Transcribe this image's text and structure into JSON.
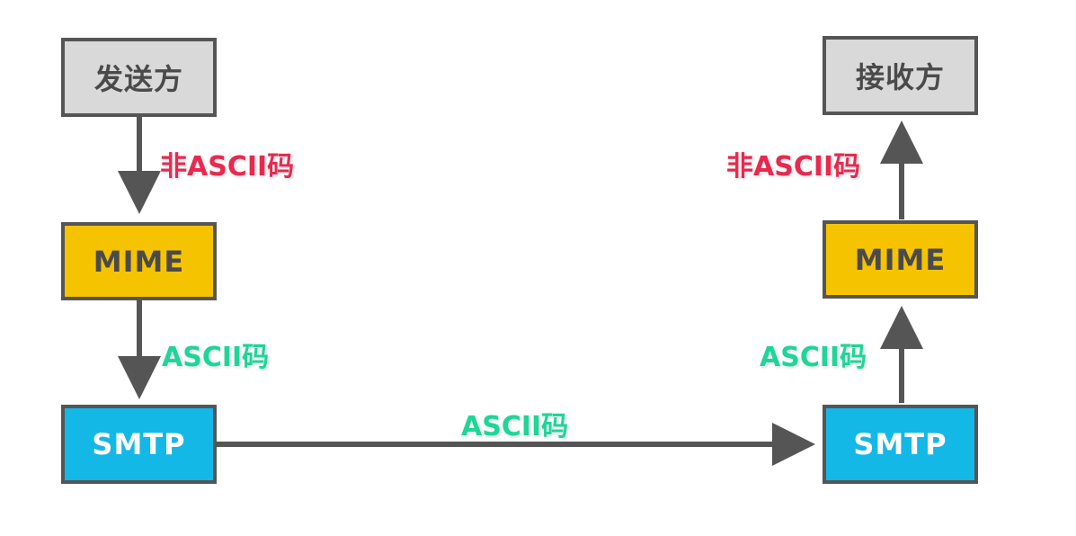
{
  "sender": {
    "title": "发送方",
    "mime_label": "MIME",
    "smtp_label": "SMTP",
    "arrow_label_top": "非ASCII码",
    "arrow_label_bottom": "ASCII码"
  },
  "receiver": {
    "title": "接收方",
    "mime_label": "MIME",
    "smtp_label": "SMTP",
    "arrow_label_top": "非ASCII码",
    "arrow_label_bottom": "ASCII码"
  },
  "transfer": {
    "label": "ASCII码"
  },
  "colors": {
    "box_gray": "#d9d9d9",
    "mime": "#f5c300",
    "smtp": "#14b8e6",
    "border": "#555555",
    "non_ascii_text": "#e8294f",
    "ascii_text": "#1fd597"
  }
}
